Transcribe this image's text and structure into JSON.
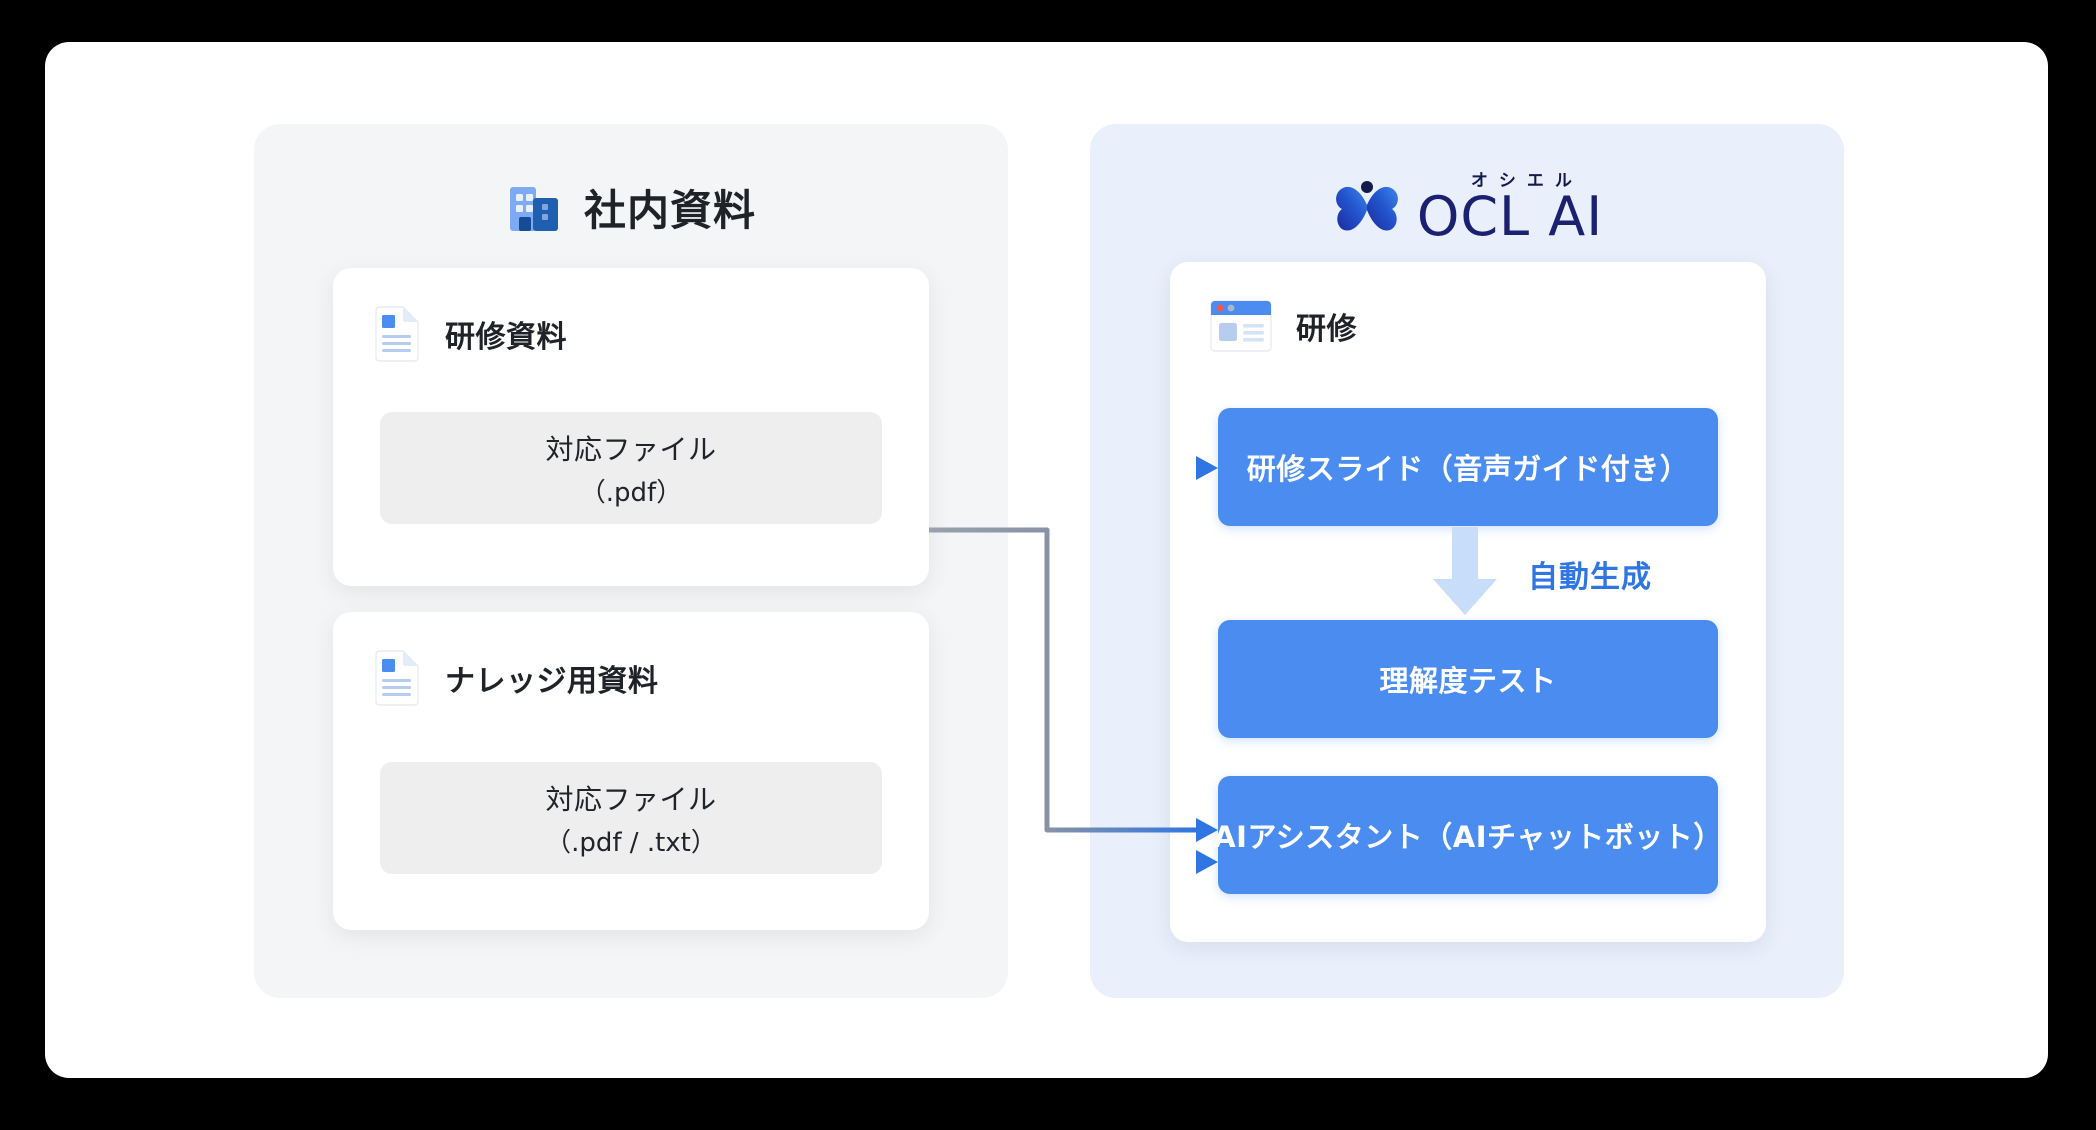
{
  "diagram": {
    "title_left": "社内資料",
    "title_right_logo": {
      "kana": "オシエル",
      "name": "OCL AI"
    },
    "left_panel": {
      "header_icon": "building-icon",
      "header_label": "社内資料",
      "cards": [
        {
          "icon": "document-icon",
          "title": "研修資料",
          "file_box": {
            "label": "対応ファイル",
            "extensions": "（.pdf）"
          }
        },
        {
          "icon": "document-icon",
          "title": "ナレッジ用資料",
          "file_box": {
            "label": "対応ファイル",
            "extensions": "（.pdf / .txt）"
          }
        }
      ]
    },
    "right_panel": {
      "card": {
        "icon": "window-slide-icon",
        "title": "研修",
        "items": [
          {
            "label": "研修スライド（音声ガイド付き）"
          },
          {
            "label": "理解度テスト"
          },
          {
            "label": "AIアシスタント（AIチャットボット）"
          }
        ],
        "flow_label": "自動生成"
      }
    },
    "connectors": [
      {
        "name": "pdf-to-slide",
        "from": "対応ファイル（.pdf）",
        "to": "研修スライド（音声ガイド付き）"
      },
      {
        "name": "training-doc-to-ai-assistant",
        "from": "研修資料",
        "to": "AIアシスタント（AIチャットボット）"
      },
      {
        "name": "knowledge-file-to-ai-assistant",
        "from": "対応ファイル（.pdf / .txt）",
        "to": "AIアシスタント（AIチャットボット）"
      }
    ],
    "colors": {
      "accent_blue": "#4a8cf0",
      "arrow_blue": "#2f76e4",
      "light_arrow": "#c7ddfa",
      "panel_gray": "#f4f5f6",
      "panel_blue": "#e9effb",
      "file_box_gray": "#eeeeee",
      "logo_navy": "#1b2170",
      "text_dark": "#1f2328",
      "background": "#000000",
      "card_white": "#ffffff"
    }
  }
}
